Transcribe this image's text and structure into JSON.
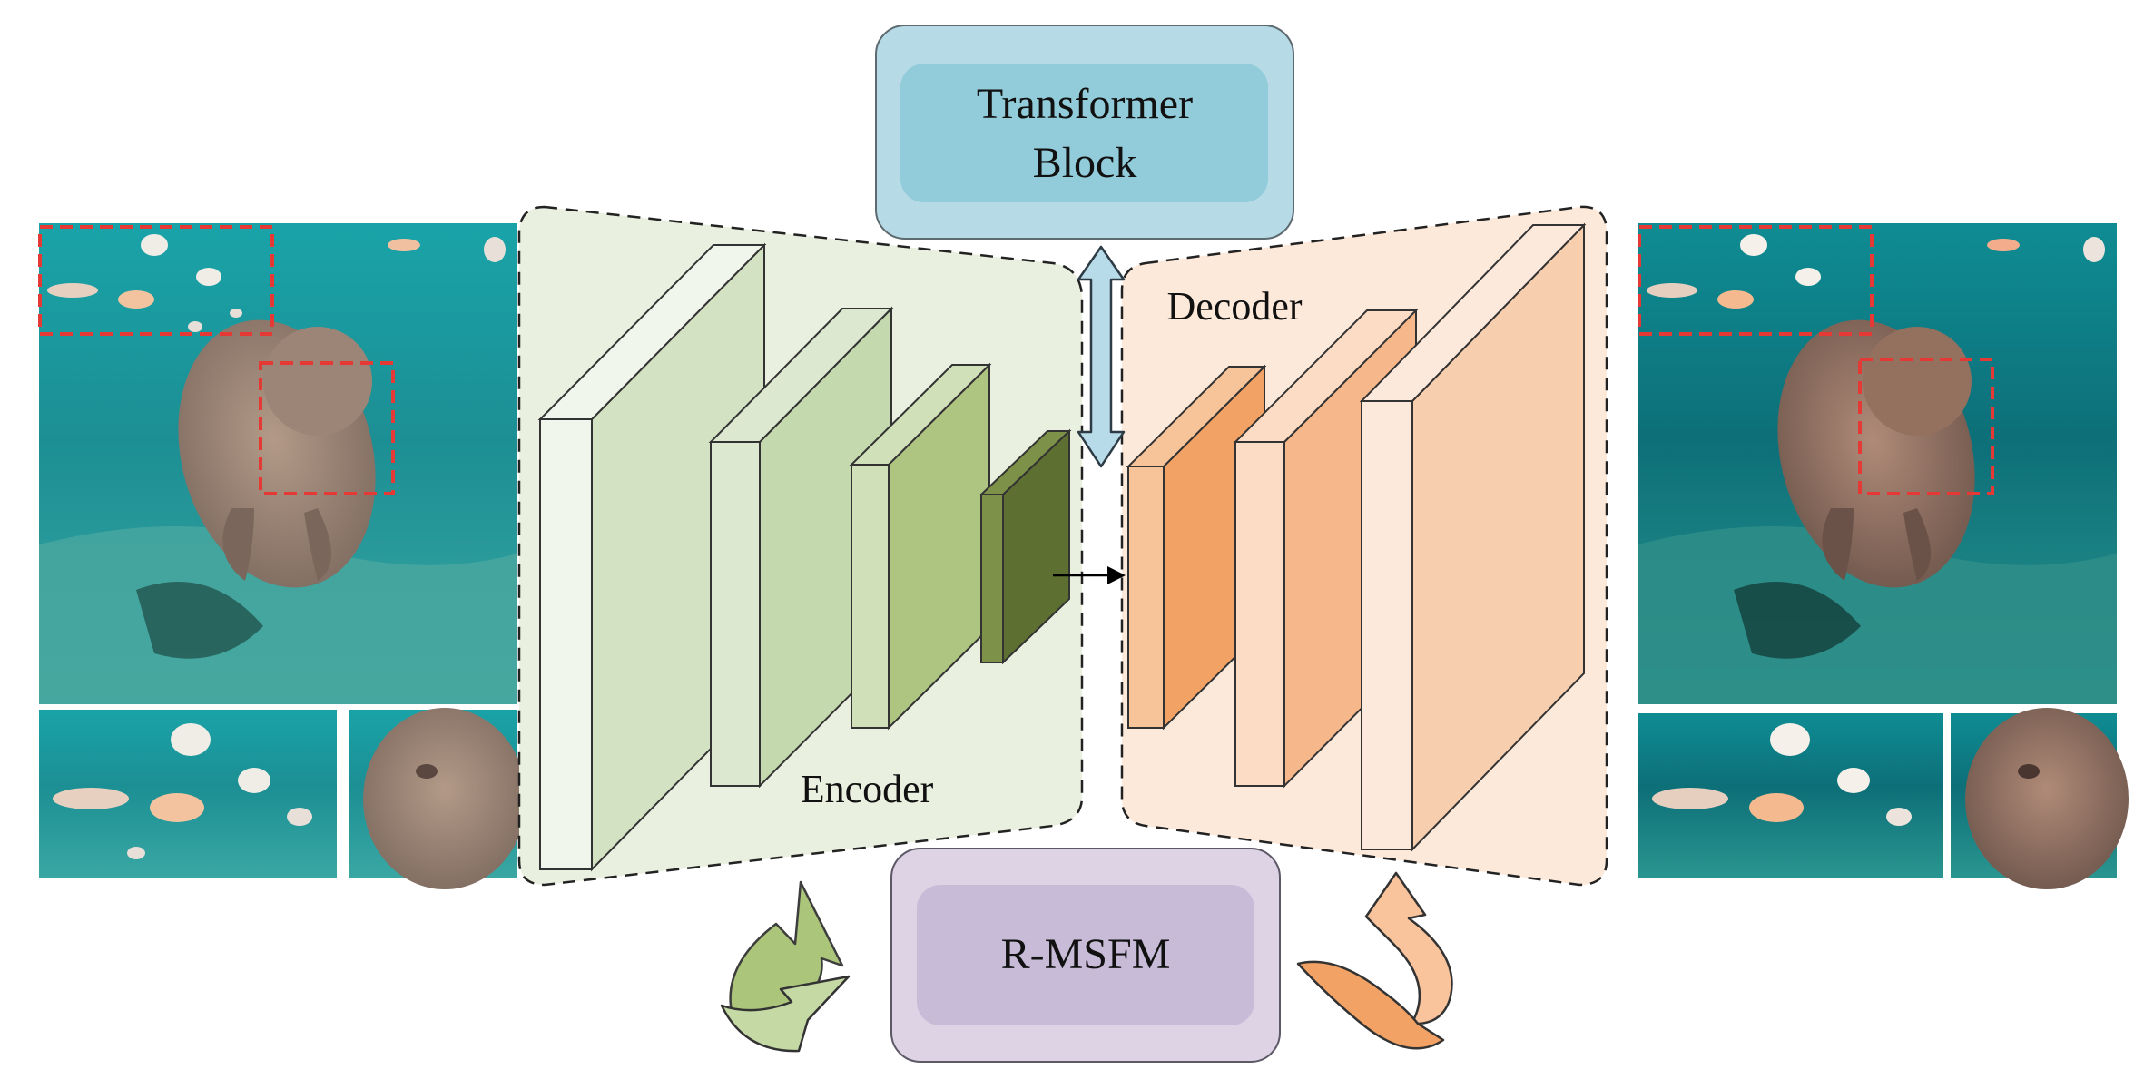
{
  "transformer": {
    "line1": "Transformer",
    "line2": "Block"
  },
  "encoder": {
    "label": "Encoder"
  },
  "decoder": {
    "label": "Decoder"
  },
  "rmsfm": {
    "label": "R-MSFM"
  },
  "colors": {
    "transformer_outer": "#b7dbe6",
    "transformer_inner": "#92cbd9",
    "encoder_bg": "#eaf0df",
    "decoder_bg": "#fde9da",
    "rmsfm_outer": "#ddd3e5",
    "rmsfm_inner": "#c8bbd8",
    "input_red_box": "#e53935",
    "water_dark": "#0d6f72",
    "water_light": "#3bb6b5"
  },
  "icons": {
    "input_image": "underwater-manatee-photo",
    "output_image": "enhanced-manatee-photo",
    "crop_fish": "fish-crop-photo",
    "crop_manatee": "manatee-head-crop-photo",
    "cycle_left": "curved-arrow-green",
    "cycle_right": "curved-arrow-orange",
    "bidirectional": "double-headed-arrow"
  }
}
